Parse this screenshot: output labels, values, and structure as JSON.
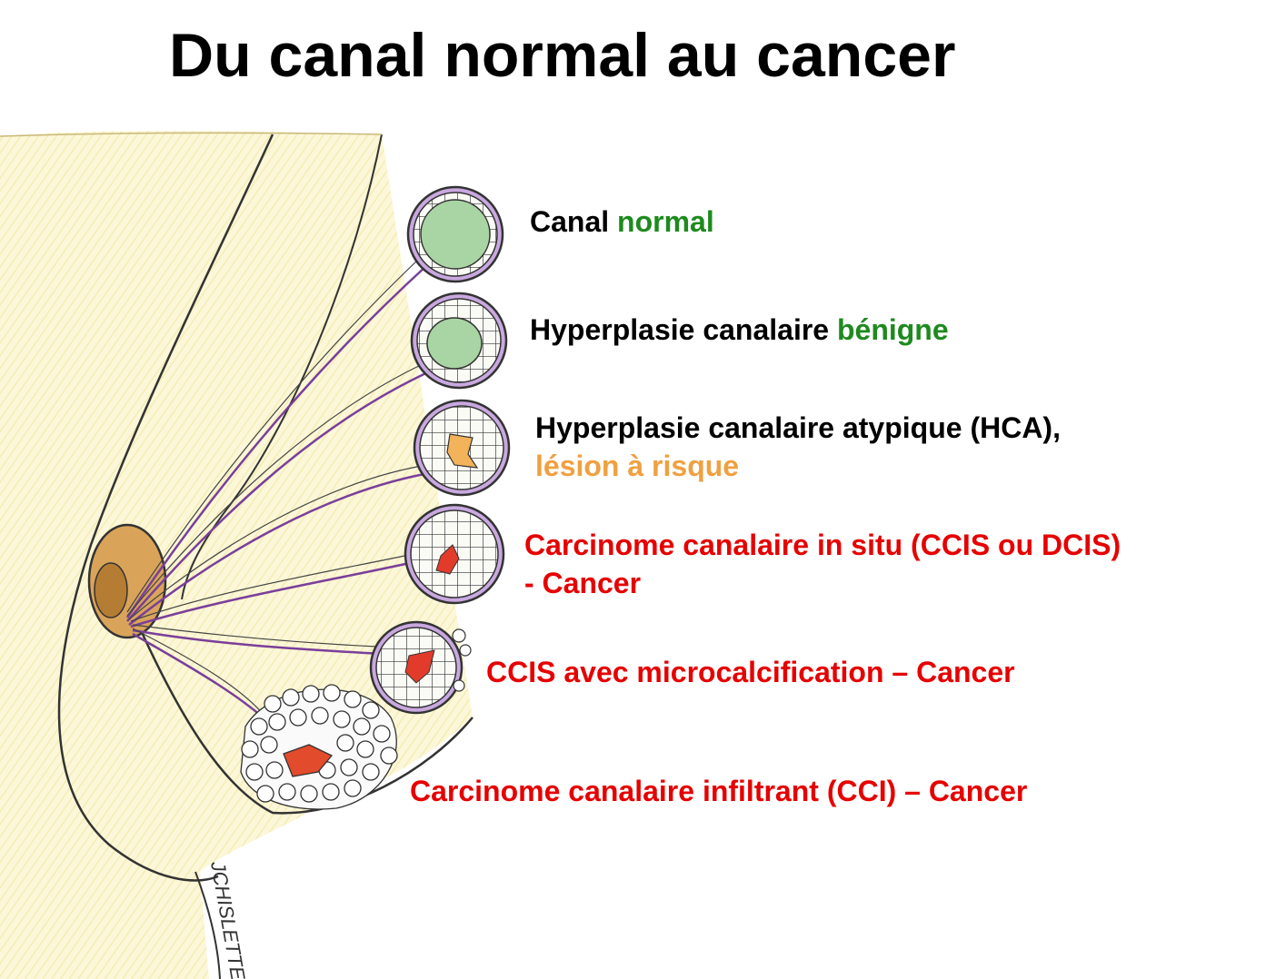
{
  "title": "Du canal normal au cancer",
  "colors": {
    "black": "#000000",
    "green": "#1e8a1e",
    "orange": "#f0a040",
    "red": "#e60000"
  },
  "labels": [
    {
      "id": "canal-normal",
      "parts": [
        "Canal ",
        "normal"
      ]
    },
    {
      "id": "hyperplasie-benigne",
      "parts": [
        "Hyperplasie canalaire ",
        "bénigne"
      ]
    },
    {
      "id": "hca",
      "line1": "Hyperplasie canalaire atypique (HCA),",
      "line2": "lésion à risque"
    },
    {
      "id": "ccis",
      "line1": "Carcinome canalaire in situ (CCIS ou DCIS)",
      "line2": "- Cancer"
    },
    {
      "id": "ccis-micro",
      "text": "CCIS avec microcalcification –  Cancer"
    },
    {
      "id": "cci",
      "text": "Carcinome canalaire infiltrant (CCI)  –  Cancer"
    }
  ],
  "signature": "JCHISLETTE"
}
